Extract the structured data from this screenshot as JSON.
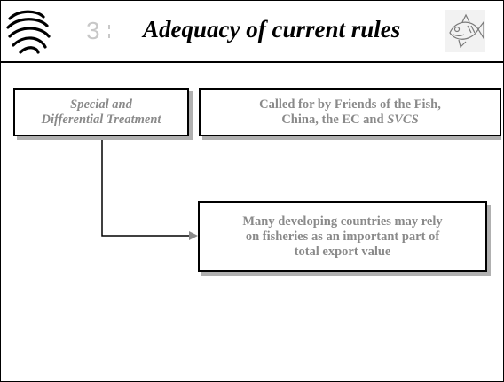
{
  "header": {
    "slide_number": "3",
    "title": "Adequacy of current rules",
    "logo_icon": "wto-swirl-logo-icon",
    "fish_icon": "fish-illustration-icon"
  },
  "diagram": {
    "box_special": {
      "line1": "Special and",
      "line2": "Differential Treatment"
    },
    "box_called": {
      "line1": "Called for by Friends of the Fish,",
      "line2_prefix": "China, the EC and ",
      "line2_italic": "SVCS"
    },
    "box_developing": {
      "line1": "Many developing countries may rely",
      "line2": "on fisheries as an important part of",
      "line3": "total export value"
    }
  },
  "colors": {
    "box_text": "#8a8a8a",
    "border": "#000000",
    "shadow": "#b0b0b0",
    "slide_number": "#c8c8c8"
  }
}
